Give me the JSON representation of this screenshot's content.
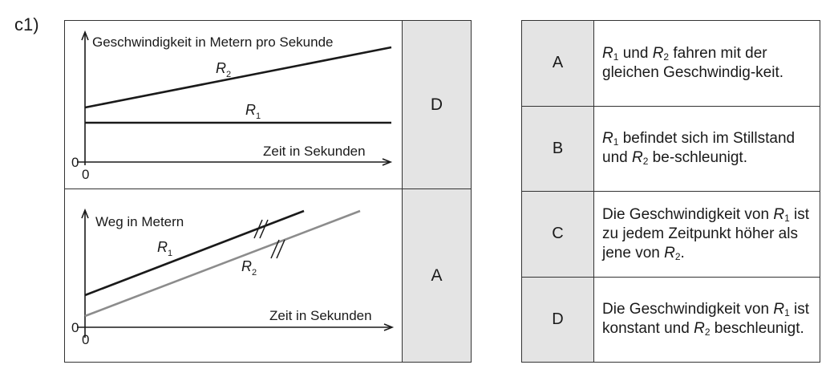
{
  "task_label": "c1)",
  "graphs": [
    {
      "y_label": "Geschwindigkeit in Metern pro Sekunde",
      "x_label": "Zeit in Sekunden",
      "origin_x": "0",
      "origin_y": "0",
      "series": [
        {
          "name": "R",
          "sub": "2"
        },
        {
          "name": "R",
          "sub": "1"
        }
      ],
      "answer": "D"
    },
    {
      "y_label": "Weg in Metern",
      "x_label": "Zeit in Sekunden",
      "origin_x": "0",
      "origin_y": "0",
      "series": [
        {
          "name": "R",
          "sub": "1"
        },
        {
          "name": "R",
          "sub": "2"
        }
      ],
      "answer": "A"
    }
  ],
  "colors": {
    "line_dark": "#1a1a1a",
    "line_gray": "#8c8c8c",
    "cell_fill": "#e4e4e4"
  },
  "options": [
    {
      "letter": "A",
      "segments": [
        {
          "t": "R",
          "i": true
        },
        {
          "t": "1",
          "sub": true
        },
        {
          "t": " und "
        },
        {
          "t": "R",
          "i": true
        },
        {
          "t": "2",
          "sub": true
        },
        {
          "t": " fahren mit der gleichen Geschwindig-keit."
        }
      ]
    },
    {
      "letter": "B",
      "segments": [
        {
          "t": "R",
          "i": true
        },
        {
          "t": "1",
          "sub": true
        },
        {
          "t": " befindet sich im Stillstand und "
        },
        {
          "t": "R",
          "i": true
        },
        {
          "t": "2",
          "sub": true
        },
        {
          "t": " be-schleunigt."
        }
      ]
    },
    {
      "letter": "C",
      "segments": [
        {
          "t": "Die Geschwindigkeit von "
        },
        {
          "t": "R",
          "i": true
        },
        {
          "t": "1",
          "sub": true
        },
        {
          "t": " ist zu jedem Zeitpunkt höher als jene von "
        },
        {
          "t": "R",
          "i": true
        },
        {
          "t": "2",
          "sub": true
        },
        {
          "t": "."
        }
      ]
    },
    {
      "letter": "D",
      "segments": [
        {
          "t": "Die Geschwindigkeit von "
        },
        {
          "t": "R",
          "i": true
        },
        {
          "t": "1",
          "sub": true
        },
        {
          "t": " ist konstant und "
        },
        {
          "t": "R",
          "i": true
        },
        {
          "t": "2",
          "sub": true
        },
        {
          "t": " beschleunigt."
        }
      ]
    }
  ]
}
